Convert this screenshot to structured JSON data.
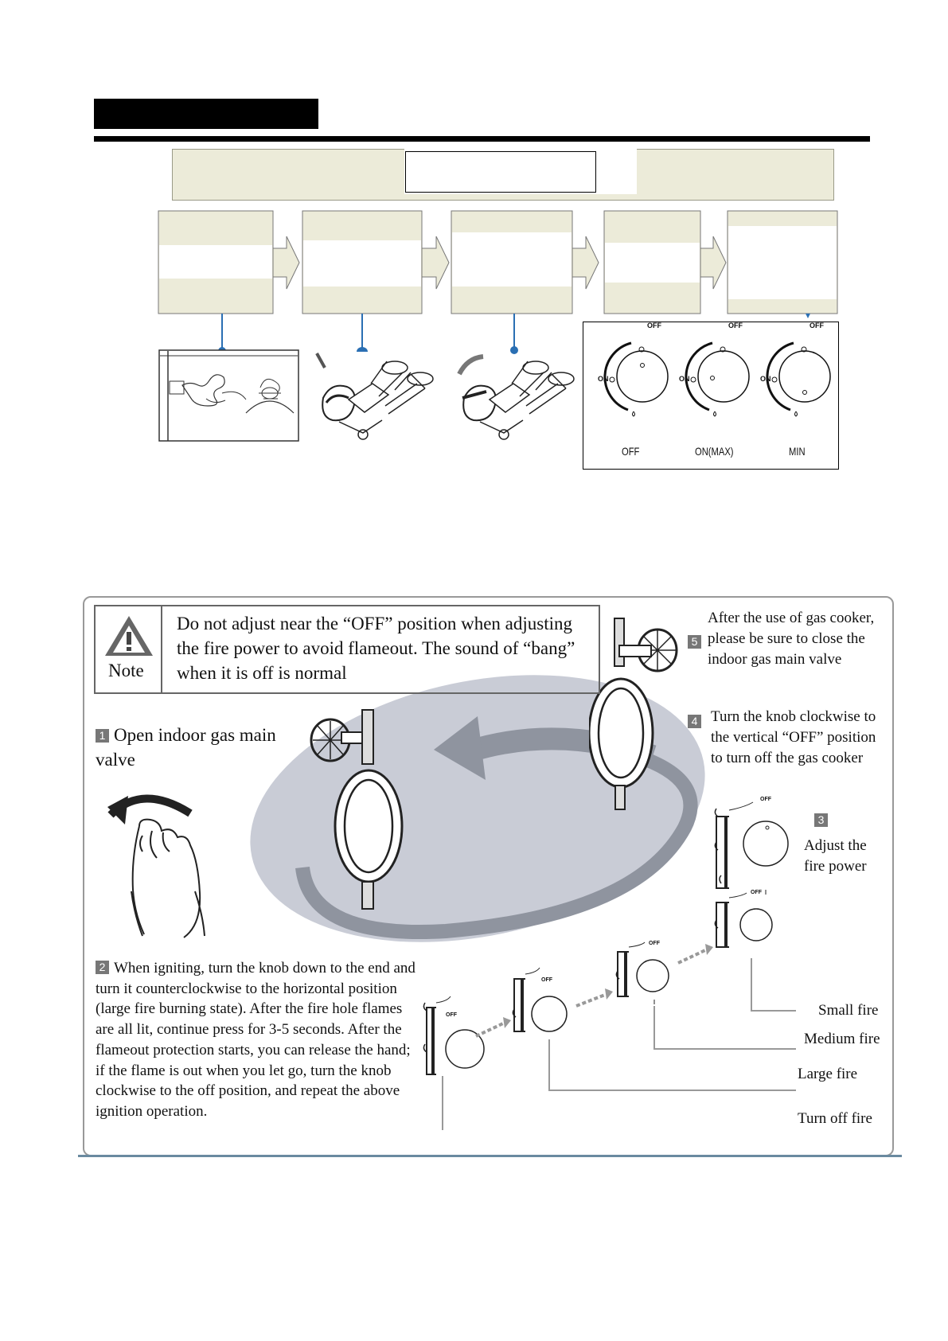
{
  "knob_panel": {
    "labels": [
      "OFF",
      "ON(MAX)",
      "MIN"
    ],
    "mark_off": "OFF",
    "mark_on": "ON"
  },
  "note": {
    "label": "Note",
    "text": "Do not adjust near the “OFF” position when adjusting the fire power to avoid flameout. The sound of “bang” when it is off is normal"
  },
  "steps": [
    {
      "num": "1",
      "text": "Open indoor gas main valve"
    },
    {
      "num": "2",
      "text": "When igniting, turn the knob down to the end and turn it counterclockwise to the horizontal position (large fire burning state). After the fire hole flames are all lit, continue press for 3-5 seconds. After the flameout protection starts, you can release the hand; if the flame is out when you let go, turn the knob clockwise to the off position, and repeat the above ignition operation."
    },
    {
      "num": "3",
      "text": "Adjust the fire power"
    },
    {
      "num": "4",
      "text": "Turn the knob clockwise to the vertical “OFF” position to turn off the gas cooker"
    },
    {
      "num": "5",
      "text": "After the use of gas cooker, please be sure to close the indoor gas main valve"
    }
  ],
  "fire_levels": [
    "Small fire",
    "Medium fire",
    "Large fire",
    "Turn off fire"
  ],
  "knob_small_label": "OFF"
}
